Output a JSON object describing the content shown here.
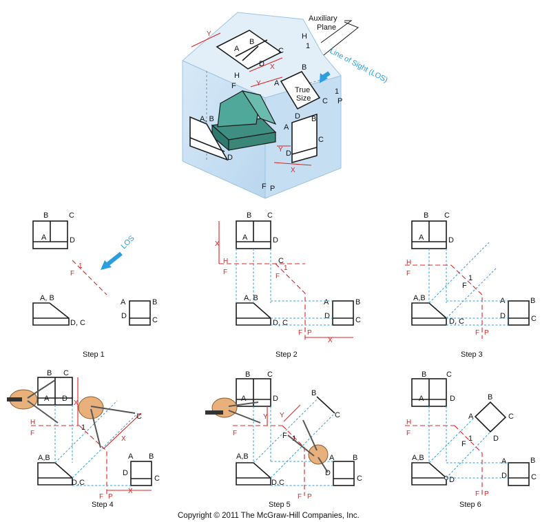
{
  "labels": {
    "auxiliary_plane": [
      "Auxiliary",
      "Plane"
    ],
    "line_of_sight": "Line of Sight (LOS)",
    "true_size": [
      "True",
      "Size"
    ],
    "los": "LOS",
    "a": "A",
    "b": "B",
    "c": "C",
    "d": "D",
    "ab": "A, B",
    "ab2": "A,B",
    "dc": "D, C",
    "dc2": "D,C",
    "h": "H",
    "f": "F",
    "p": "P",
    "one": "1",
    "x": "X",
    "y": "Y"
  },
  "steps": [
    "Step 1",
    "Step 2",
    "Step 3",
    "Step 4",
    "Step 5",
    "Step 6"
  ],
  "copyright": "Copyright © 2011 The McGraw-Hill Companies, Inc.",
  "colors": {
    "projection_red": "#e02020",
    "projection_blue": "#2a9ee0",
    "box_blue": "#cfe4f5",
    "object_green": "#4fa899"
  }
}
